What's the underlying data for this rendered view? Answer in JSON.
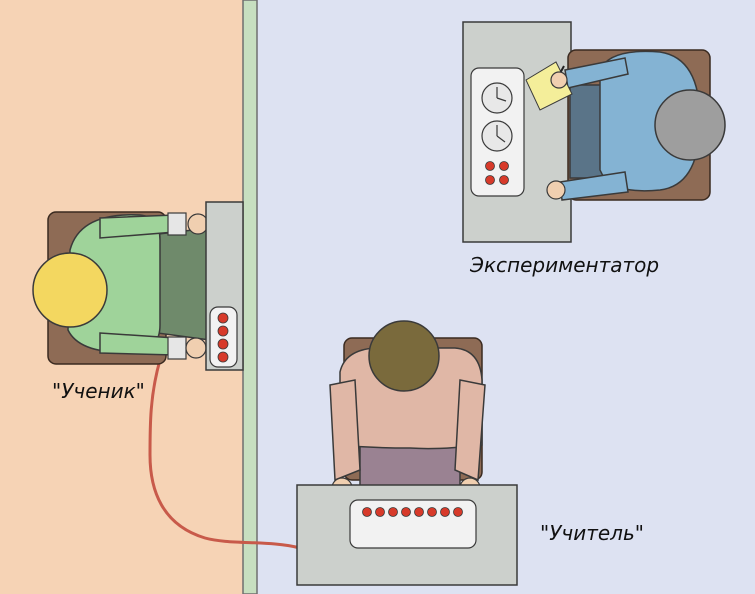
{
  "labels": {
    "learner": "\"Ученик\"",
    "experimenter": "Экспериментатор",
    "teacher": "\"Учитель\""
  },
  "colors": {
    "learner_room": "#f6d3b5",
    "main_room": "#dde2f2",
    "wall": "#c7dfc0",
    "desk": "#ccd0cc",
    "button_red": "#d73a2a",
    "wire": "#c85a4a",
    "learner_shirt": "#9fd39a",
    "learner_hair": "#f3d760",
    "experimenter_shirt": "#84b3d3",
    "experimenter_hair": "#9e9e9e",
    "teacher_shirt": "#e0b7a6",
    "teacher_hair": "#7a6a3c",
    "chair": "#8e6b55"
  },
  "people": [
    {
      "role": "learner",
      "shirt": "learner_shirt",
      "hair": "learner_hair"
    },
    {
      "role": "experimenter",
      "shirt": "experimenter_shirt",
      "hair": "experimenter_hair"
    },
    {
      "role": "teacher",
      "shirt": "teacher_shirt",
      "hair": "teacher_hair"
    }
  ],
  "panels": {
    "learner_panel_lights": 4,
    "experimenter_clocks": 2,
    "experimenter_buttons": 4,
    "teacher_switches": 8
  }
}
